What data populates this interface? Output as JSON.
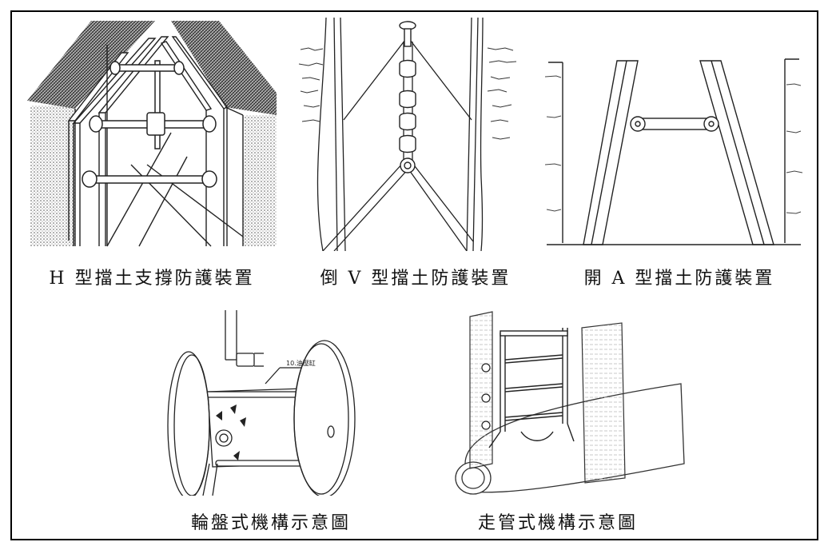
{
  "figures": [
    {
      "id": "h-type",
      "caption": "H 型擋土支撐防護裝置"
    },
    {
      "id": "inverted-v",
      "caption": "倒 V 型擋土防護裝置"
    },
    {
      "id": "open-a",
      "caption": "開 A 型擋土防護裝置"
    },
    {
      "id": "wheel-disc",
      "caption": "輪盤式機構示意圖",
      "callout": "10.油壓缸"
    },
    {
      "id": "pipe-walking",
      "caption": "走管式機構示意圖"
    }
  ]
}
